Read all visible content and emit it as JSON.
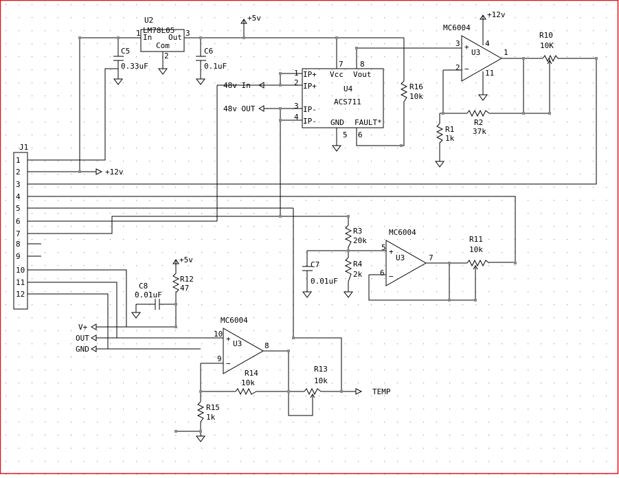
{
  "colors": {
    "border": "#e0141e",
    "wire": "#000000",
    "junction": "#8a8a8a",
    "grid_dot": "#9a9a9a",
    "background": "#ffffff"
  },
  "labels": {
    "u2_ref": "U2",
    "u2_part": "LM78L05",
    "u2_in": "In",
    "u2_out": "Out",
    "u2_com": "Com",
    "u2_pin1": "1",
    "u2_pin2": "2",
    "u2_pin3": "3",
    "c5_ref": "C5",
    "c5_val": "0.33uF",
    "c6_ref": "C6",
    "c6_val": "0.1uF",
    "plus5v_top": "+5v",
    "plus12v_top": "+12v",
    "plus12v_j1": "+12v",
    "plus5v_r12": "+5v",
    "u4_ref": "U4",
    "u4_part": "ACS711",
    "u4_ip1": "IP+",
    "u4_ip2": "IP+",
    "u4_ip3": "IP-",
    "u4_ip4": "IP-",
    "u4_vcc": "Vcc",
    "u4_vout": "Vout",
    "u4_gnd": "GND",
    "u4_fault": "FAULT*",
    "u4_pin1": "1",
    "u4_pin2": "2",
    "u4_pin3": "3",
    "u4_pin4": "4",
    "u4_pin5": "5",
    "u4_pin6": "6",
    "u4_pin7": "7",
    "u4_pin8": "8",
    "in48": "48v In",
    "out48": "48v OUT",
    "r16_ref": "R16",
    "r16_val": "10k",
    "opa_top_part": "MC6004",
    "opa_top_ref": "U3",
    "opa_top_p3": "3",
    "opa_top_p2": "2",
    "opa_top_p4": "4",
    "opa_top_p11": "11",
    "opa_top_p1": "1",
    "r10_ref": "R10",
    "r10_val": "10K",
    "r1_ref": "R1",
    "r1_val": "1k",
    "r2_ref": "R2",
    "r2_val": "37k",
    "j1_ref": "J1",
    "j1_pins": [
      "1",
      "2",
      "3",
      "4",
      "5",
      "6",
      "7",
      "8",
      "9",
      "10",
      "11",
      "12"
    ],
    "r3_ref": "R3",
    "r3_val": "20k",
    "r4_ref": "R4",
    "r4_val": "2k",
    "c7_ref": "C7",
    "c7_val": "0.01uF",
    "opa_mid_part": "MC6004",
    "opa_mid_ref": "U3",
    "opa_mid_p5": "5",
    "opa_mid_p6": "6",
    "opa_mid_p7": "7",
    "r11_ref": "R11",
    "r11_val": "10k",
    "c8_ref": "C8",
    "c8_val": "0.01uF",
    "r12_ref": "R12",
    "r12_val": "47",
    "vplus": "V+",
    "out": "OUT",
    "gnd": "GND",
    "opa_bot_part": "MC6004",
    "opa_bot_ref": "U3",
    "opa_bot_p10": "10",
    "opa_bot_p9": "9",
    "opa_bot_p8": "8",
    "r14_ref": "R14",
    "r14_val": "10k",
    "r13_ref": "R13",
    "r13_val": "10k",
    "r15_ref": "R15",
    "r15_val": "1k",
    "temp": "TEMP"
  }
}
